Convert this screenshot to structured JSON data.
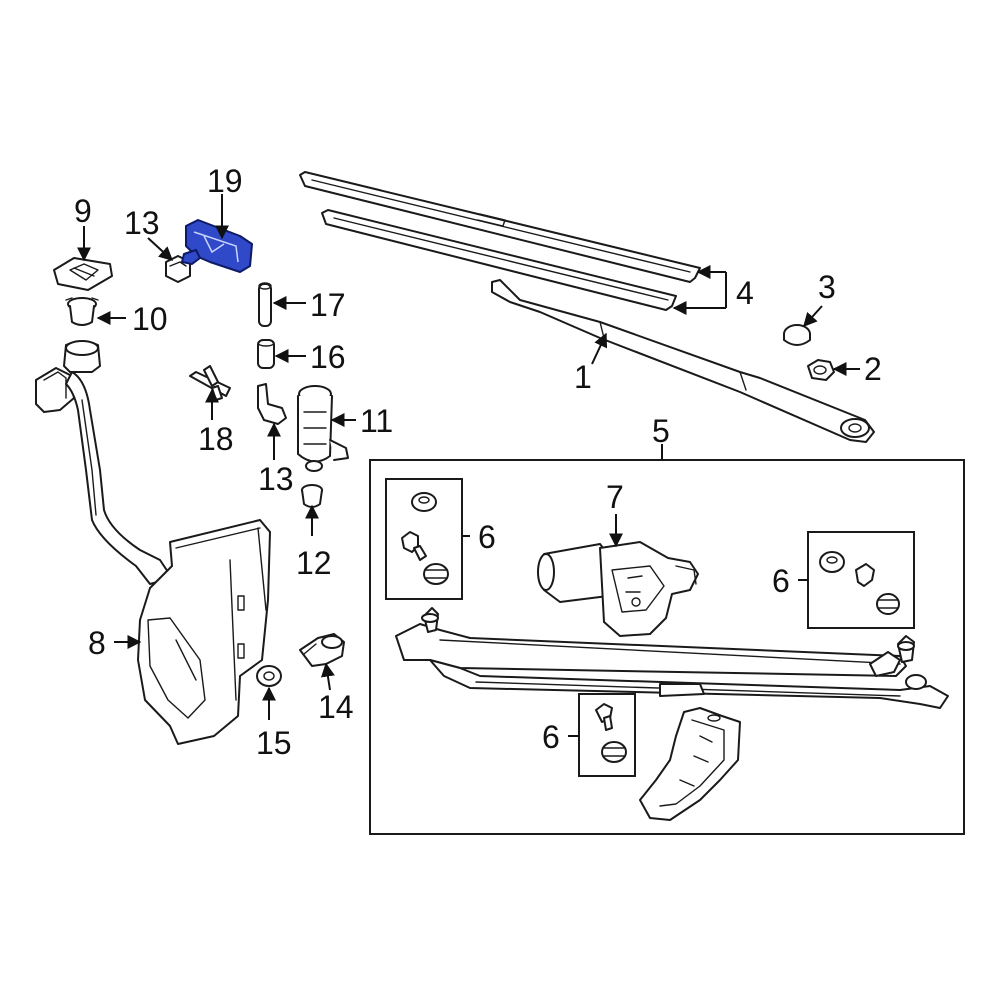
{
  "diagram": {
    "highlight_color": "#2f49c8",
    "callouts": {
      "c1": "1",
      "c2": "2",
      "c3": "3",
      "c4": "4",
      "c5": "5",
      "c6a": "6",
      "c6b": "6",
      "c6c": "6",
      "c7": "7",
      "c8": "8",
      "c9": "9",
      "c10": "10",
      "c11": "11",
      "c12": "12",
      "c13a": "13",
      "c13b": "13",
      "c14": "14",
      "c15": "15",
      "c16": "16",
      "c17": "17",
      "c18": "18",
      "c19": "19"
    }
  }
}
